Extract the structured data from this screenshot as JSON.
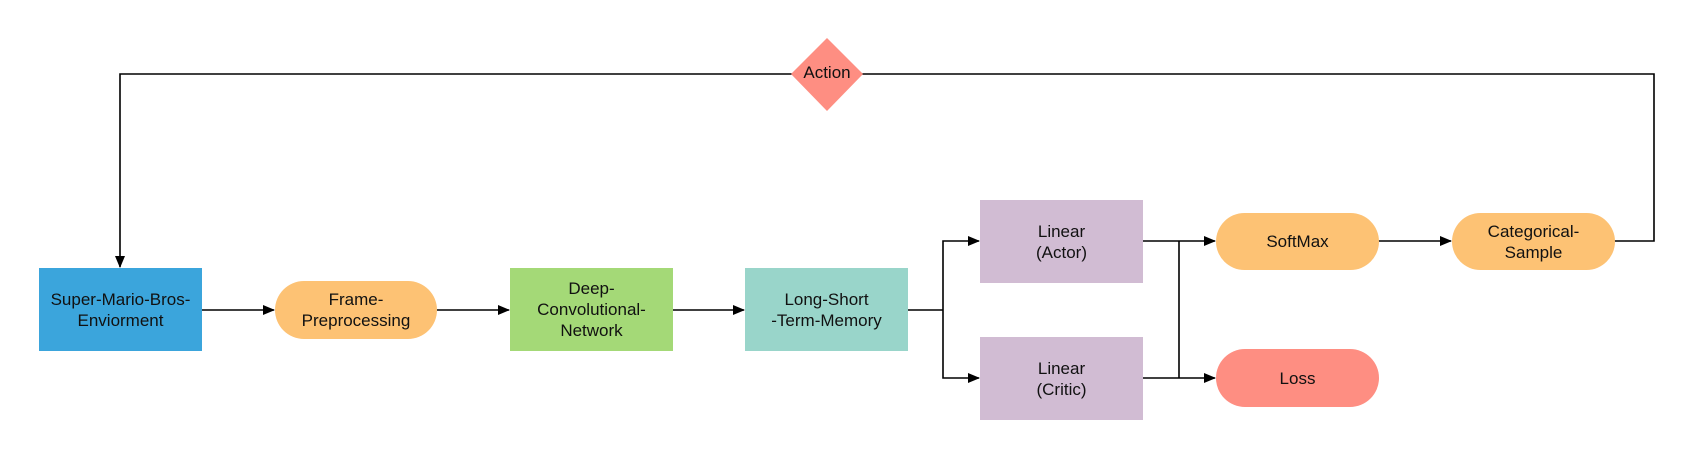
{
  "nodes": {
    "env": {
      "label": "Super-Mario-Bros-\nEnviorment",
      "color": "#3ba5dc"
    },
    "frame": {
      "label": "Frame-\nPreprocessing",
      "color": "#fdc274"
    },
    "cnn": {
      "label": "Deep-\nConvolutional-\nNetwork",
      "color": "#a4d977"
    },
    "lstm": {
      "label": "Long-Short\n-Term-Memory",
      "color": "#99d5ca"
    },
    "actor": {
      "label": "Linear\n(Actor)",
      "color": "#d1bcd3"
    },
    "critic": {
      "label": "Linear\n(Critic)",
      "color": "#d1bcd3"
    },
    "softmax": {
      "label": "SoftMax",
      "color": "#fdc274"
    },
    "sample": {
      "label": "Categorical-\nSample",
      "color": "#fdc274"
    },
    "loss": {
      "label": "Loss",
      "color": "#fe8e82"
    },
    "action": {
      "label": "Action",
      "color": "#fe8e82"
    }
  },
  "edge_color": "#000000"
}
